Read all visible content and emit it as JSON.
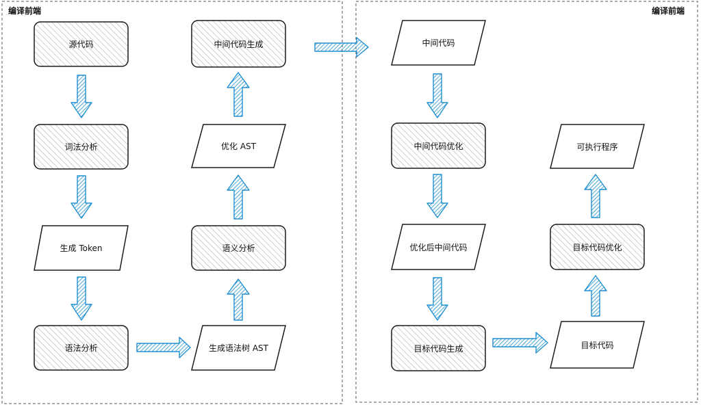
{
  "regions": {
    "left_title": "编译前端",
    "right_title": "编译前端"
  },
  "nodes": {
    "source_code": "源代码",
    "lexical_analysis": "词法分析",
    "generate_token": "生成 Token",
    "syntax_analysis": "语法分析",
    "generate_syntax_tree": "生成语法树 AST",
    "semantic_analysis": "语义分析",
    "optimize_ast": "优化 AST",
    "intermediate_code_generation": "中间代码生成",
    "intermediate_code": "中间代码",
    "intermediate_code_optimization": "中间代码优化",
    "optimized_intermediate_code": "优化后中间代码",
    "target_code_generation": "目标代码生成",
    "target_code": "目标代码",
    "target_code_optimization": "目标代码优化",
    "executable_program": "可执行程序"
  },
  "colors": {
    "node_stroke": "#1a1a1a",
    "hatch": "#b5b5b5",
    "arrow_fill": "#1f8fd0",
    "arrow_stroke": "#1f8fd0",
    "region_border": "#555555"
  }
}
